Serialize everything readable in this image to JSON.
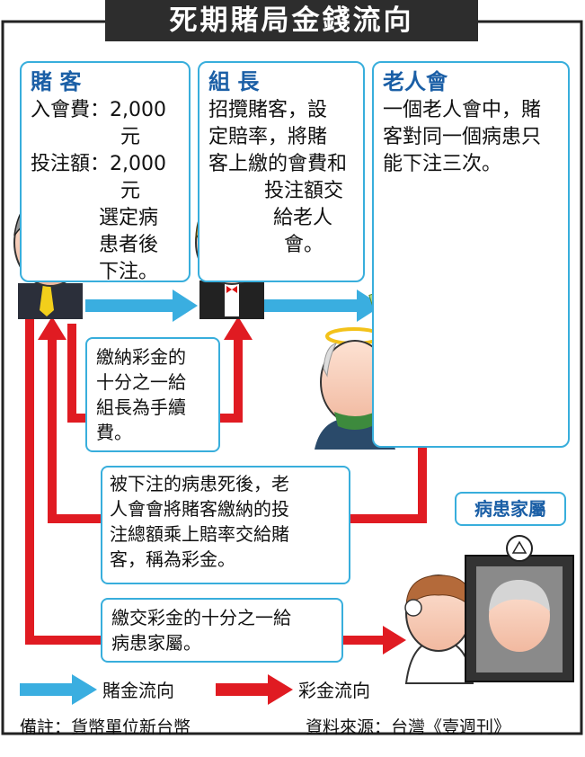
{
  "title": "死期賭局金錢流向",
  "gambler": {
    "heading": "賭 客",
    "fee_label": "入會費：",
    "fee_value": "2,000",
    "fee_unit": "元",
    "bet_label": "投注額：",
    "bet_value": "2,000",
    "bet_unit": "元",
    "action_lines": [
      "選定病",
      "患者後",
      "下注。"
    ]
  },
  "organizer": {
    "heading": "組 長",
    "lines": [
      "招攬賭客，設",
      "定賠率，將賭",
      "客上繳的會費和"
    ],
    "tail_lines": [
      "投注額交",
      "給老人",
      "會。"
    ]
  },
  "club": {
    "heading": "老人會",
    "lines": [
      "一個老人會中，賭",
      "客對同一個病患只",
      "能下注三次。"
    ]
  },
  "notes": {
    "commission": [
      "繳納彩金的",
      "十分之一給",
      "組長為手續",
      "費。"
    ],
    "payout": [
      "被下注的病患死後，老",
      "人會會將賭客繳納的投",
      "注總額乘上賠率交給賭",
      "客，稱為彩金。"
    ],
    "family_share": [
      "繳交彩金的十分之一給",
      "病患家屬。"
    ]
  },
  "family_label": "病患家屬",
  "legend": {
    "bet_flow": "賭金流向",
    "prize_flow": "彩金流向"
  },
  "footer": {
    "note": "備註：貨幣單位新台幣",
    "source": "資料來源：台灣《壹週刊》"
  },
  "colors": {
    "bet_arrow": "#3aaee0",
    "prize_arrow": "#e01b22",
    "box_border": "#38aedc",
    "heading": "#1b5fa6"
  }
}
